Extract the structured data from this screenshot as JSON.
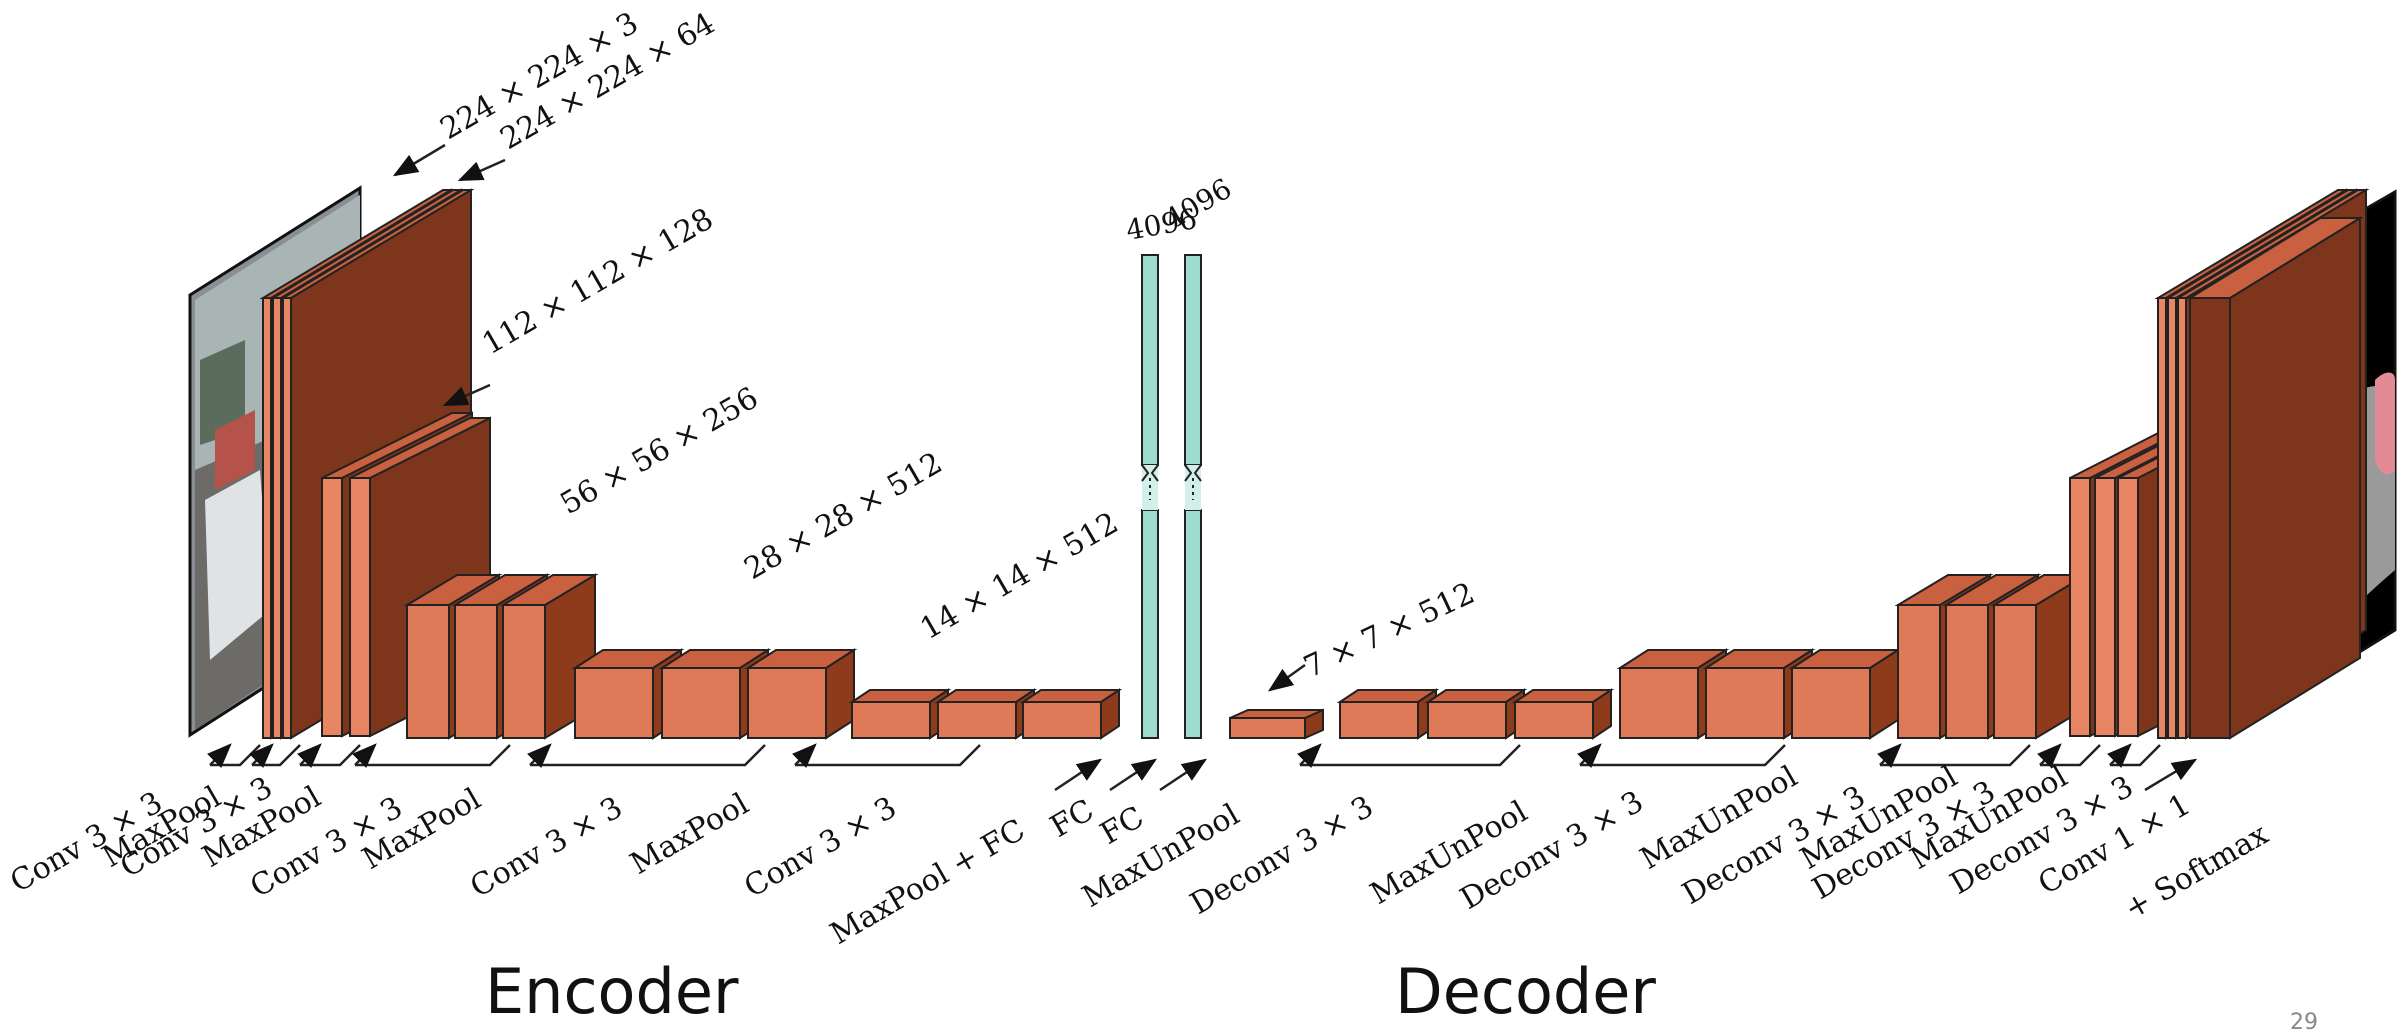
{
  "colors": {
    "conv_face": "#de7a57",
    "conv_top": "#c9603f",
    "conv_side": "#8e3b1c",
    "dark_face": "#7d361b",
    "dark_light": "#e88562",
    "fc_fill": "#9edcd0",
    "stroke": "#222222",
    "text": "#111111"
  },
  "sections": {
    "encoder": "Encoder",
    "decoder": "Decoder"
  },
  "dimensions": {
    "input": "224 × 224 × 3",
    "conv1": "224 × 224 × 64",
    "conv2": "112 × 112 × 128",
    "conv3": "56 × 56 × 256",
    "conv4": "28 × 28 × 512",
    "conv5": "14 × 14 × 512",
    "bottleneck": "7 × 7 × 512"
  },
  "fc_labels": [
    "4096",
    "4096"
  ],
  "operations": [
    "Conv 3 × 3",
    "MaxPool",
    "Conv 3 × 3",
    "MaxPool",
    "Conv 3 × 3",
    "MaxPool",
    "Conv 3 × 3",
    "MaxPool",
    "Conv 3 × 3",
    "MaxPool + FC",
    "FC",
    "FC",
    "MaxUnPool",
    "Deconv 3 × 3",
    "MaxUnPool",
    "Deconv 3 × 3",
    "MaxUnPool",
    "Deconv 3 × 3",
    "MaxUnPool",
    "Deconv 3 × 3",
    "MaxUnPool",
    "Deconv 3 × 3",
    "Conv 1 × 1",
    "+ Softmax"
  ],
  "page_number": "29"
}
